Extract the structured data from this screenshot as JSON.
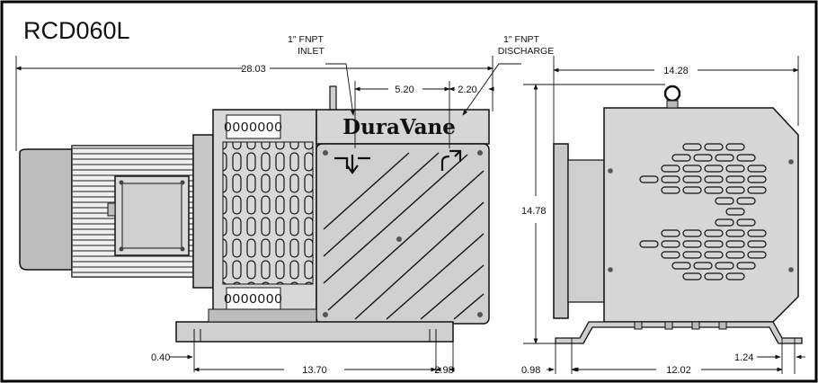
{
  "title": "RCD060L",
  "brand": "DuraVane",
  "labels": {
    "inlet_line1": "1\" FNPT",
    "inlet_line2": "INLET",
    "discharge_line1": "1\" FNPT",
    "discharge_line2": "DISCHARGE",
    "panel_numbers": "0000000"
  },
  "dimensions": {
    "overall_length": "28.03",
    "inlet_to_discharge": "5.20",
    "discharge_offset": "2.20",
    "side_width": "14.28",
    "height": "14.78",
    "base_thickness": "0.40",
    "base_hole_spacing": "13.70",
    "base_end_offset": "2.98",
    "side_base_left": "0.98",
    "side_base_span": "12.02",
    "side_base_right": "1.24"
  },
  "colors": {
    "ink": "#111111",
    "body_fill": "#cfcfcf",
    "panel_fill": "#d8d8d8",
    "dark_fill": "#9a9a9a",
    "frame": "#000000"
  }
}
